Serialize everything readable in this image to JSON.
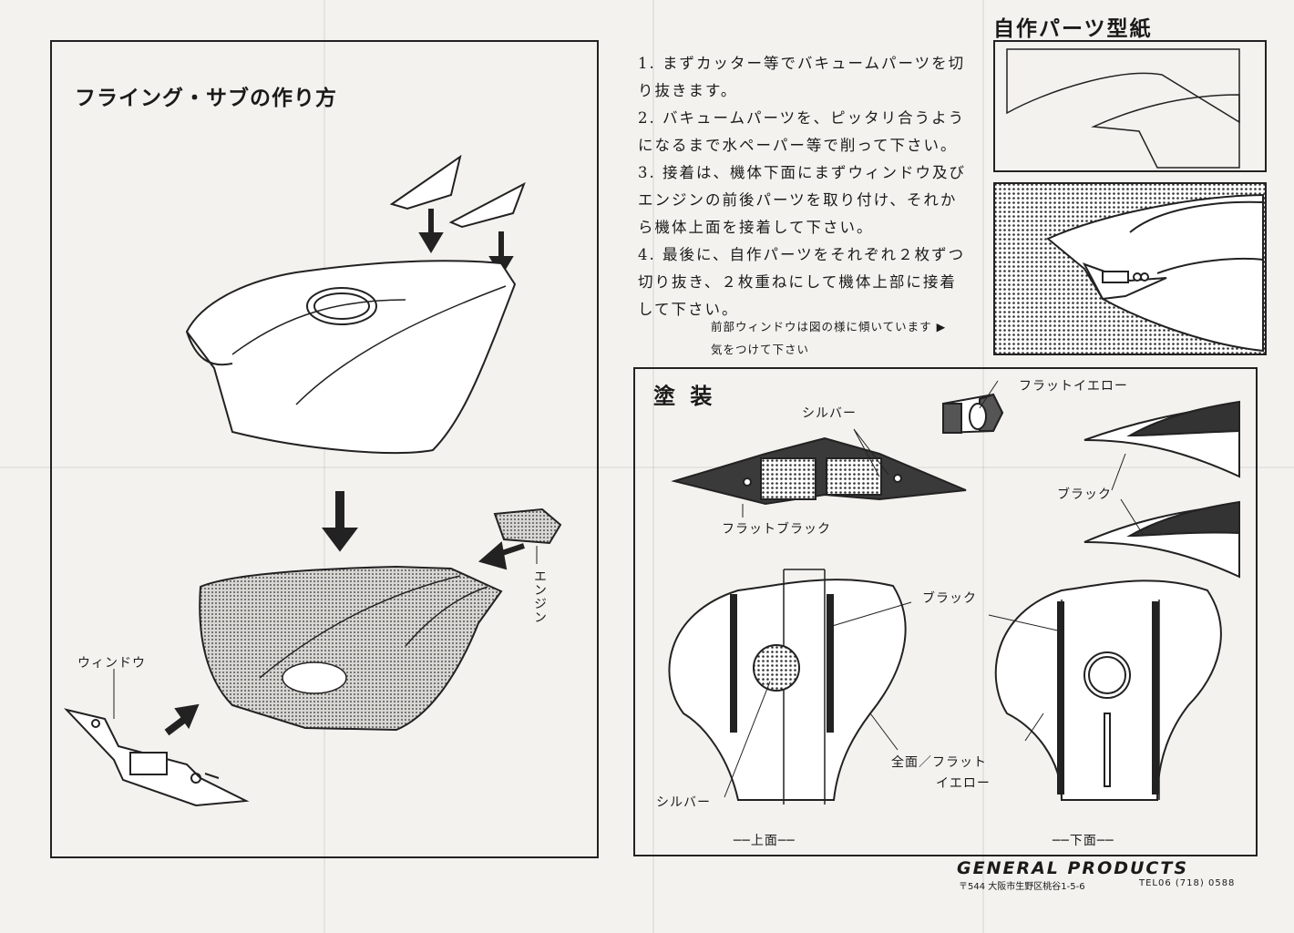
{
  "left_panel": {
    "title": "フライング・サブの作り方",
    "labels": {
      "window": "ウィンドウ",
      "engine": "エンジン"
    }
  },
  "steps": [
    {
      "line1": "1. まずカッター等でバキュームパーツを切",
      "line2": "り抜きます。"
    },
    {
      "line1": "2. バキュームパーツを、ピッタリ合うよう",
      "line2": "になるまで水ペーパー等で削って下さい。"
    },
    {
      "line1": "3. 接着は、機体下面にまずウィンドウ及び",
      "line2": "エンジンの前後パーツを取り付け、それか",
      "line3": "ら機体上面を接着して下さい。"
    },
    {
      "line1": "4. 最後に、自作パーツをそれぞれ２枚ずつ",
      "line2": "切り抜き、２枚重ねにして機体上部に接着",
      "line3": "して下さい。"
    }
  ],
  "window_note": {
    "line1": "前部ウィンドウは図の様に傾いています ▶",
    "line2": "気をつけて下さい"
  },
  "template_section": {
    "title": "自作パーツ型紙"
  },
  "painting": {
    "title": "塗 装",
    "labels": {
      "flat_yellow": "フラットイエロー",
      "silver_top": "シルバー",
      "black_mid": "ブラック",
      "flat_black": "フラットブラック",
      "black_body": "ブラック",
      "silver_bottom": "シルバー",
      "all_flat_line1": "全面／フラット",
      "all_flat_line2": "イエロー",
      "top_view": "──上面──",
      "bottom_view": "──下面──"
    }
  },
  "footer": {
    "brand": "GENERAL PRODUCTS",
    "address": "〒544 大阪市生野区桃谷1-5-6",
    "tel": "TEL06 (718) 0588"
  }
}
